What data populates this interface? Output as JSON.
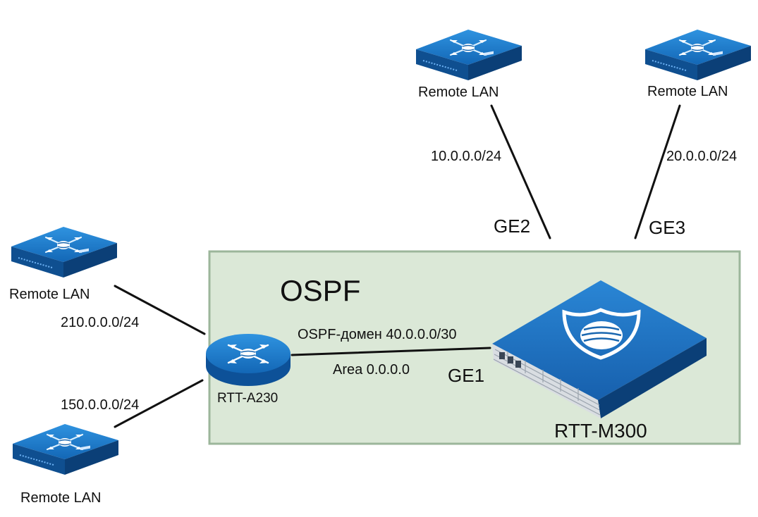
{
  "diagram": {
    "area_title": "OSPF",
    "link_label": "OSPF-домен 40.0.0.0/30",
    "area_label": "Area 0.0.0.0",
    "devices": {
      "rtt_a230": "RTT-A230",
      "rtt_m300": "RTT-M300"
    },
    "ports": {
      "ge1": "GE1",
      "ge2": "GE2",
      "ge3": "GE3"
    },
    "remote_lans": [
      {
        "label": "Remote LAN",
        "subnet": "10.0.0.0/24"
      },
      {
        "label": "Remote LAN",
        "subnet": "20.0.0.0/24"
      },
      {
        "label": "Remote LAN",
        "subnet": "210.0.0.0/24"
      },
      {
        "label": "Remote LAN",
        "subnet": "150.0.0.0/24"
      }
    ],
    "colors": {
      "area_fill": "#dbe8d7",
      "area_border": "#9cb69b",
      "device_blue": "#1b78c6",
      "device_dark": "#0d4f91",
      "line": "#111111"
    },
    "icons": {
      "switch": "switch-icon",
      "router": "router-icon",
      "firewall": "firewall-icon"
    }
  }
}
